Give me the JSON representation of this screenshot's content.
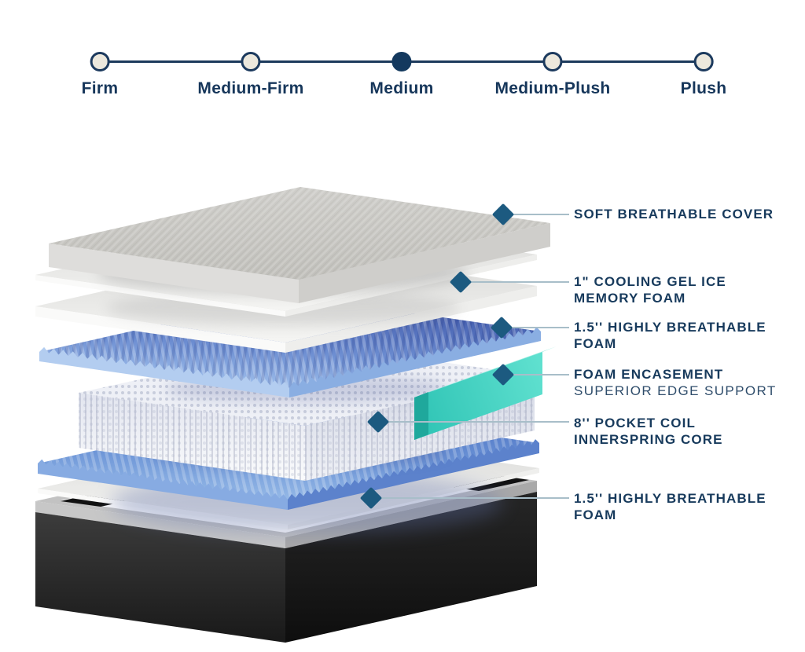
{
  "firmness_scale": {
    "options": [
      {
        "label": "Firm",
        "selected": false
      },
      {
        "label": "Medium-Firm",
        "selected": false
      },
      {
        "label": "Medium",
        "selected": true
      },
      {
        "label": "Medium-Plush",
        "selected": false
      },
      {
        "label": "Plush",
        "selected": false
      }
    ],
    "selected_option": "Medium"
  },
  "layer_labels": [
    {
      "line1": "SOFT BREATHABLE COVER",
      "line2": ""
    },
    {
      "line1": "1\" COOLING GEL ICE",
      "line2": "MEMORY FOAM"
    },
    {
      "line1": "1.5'' HIGHLY BREATHABLE",
      "line2": "FOAM"
    },
    {
      "line1": "FOAM ENCASEMENT",
      "line2": "SUPERIOR EDGE SUPPORT"
    },
    {
      "line1": "8'' POCKET COIL",
      "line2": "INNERSPRING CORE"
    },
    {
      "line1": "1.5'' HIGHLY BREATHABLE",
      "line2": "FOAM"
    }
  ],
  "colors": {
    "navy_text": "#173a5c",
    "marker_diamond": "#1c5a80",
    "connector_line": "#a8bec9",
    "dot_fill": "#ece8dd",
    "dot_selected": "#14395e",
    "teal_encasement": "#3ecfc0",
    "foam_blue": "#5b86d2"
  }
}
